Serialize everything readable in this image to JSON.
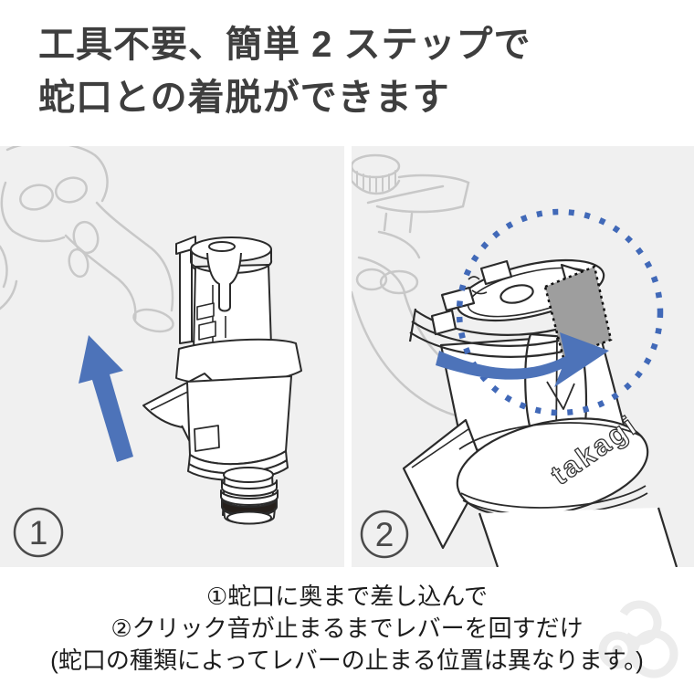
{
  "heading": {
    "line1": "工具不要、簡単 2 ステップで",
    "line2": "蛇口との着脱ができます"
  },
  "panels": {
    "step1": {
      "number": "1"
    },
    "step2": {
      "number": "2"
    },
    "takagi_label": "takagi"
  },
  "caption": {
    "line1": "①蛇口に奥まで差し込んで",
    "line2": "②クリック音が止まるまでレバーを回すだけ",
    "line3": "(蛇口の種類によってレバーの止まる位置は異なります。)"
  },
  "colors": {
    "panel_background": "#f0f0f0",
    "heading_text": "#3e3e3e",
    "caption_text": "#1c1c1c",
    "arrow_blue": "#4d73b9",
    "dotted_circle_blue": "#4169b8",
    "line_art_dark": "#2b2b2b",
    "faucet_outline_gray": "#c8c8c8",
    "rotation_shade_gray": "#9e9e9e",
    "badge_outline": "#4a4a4a",
    "watermark_gray": "#ececec"
  }
}
